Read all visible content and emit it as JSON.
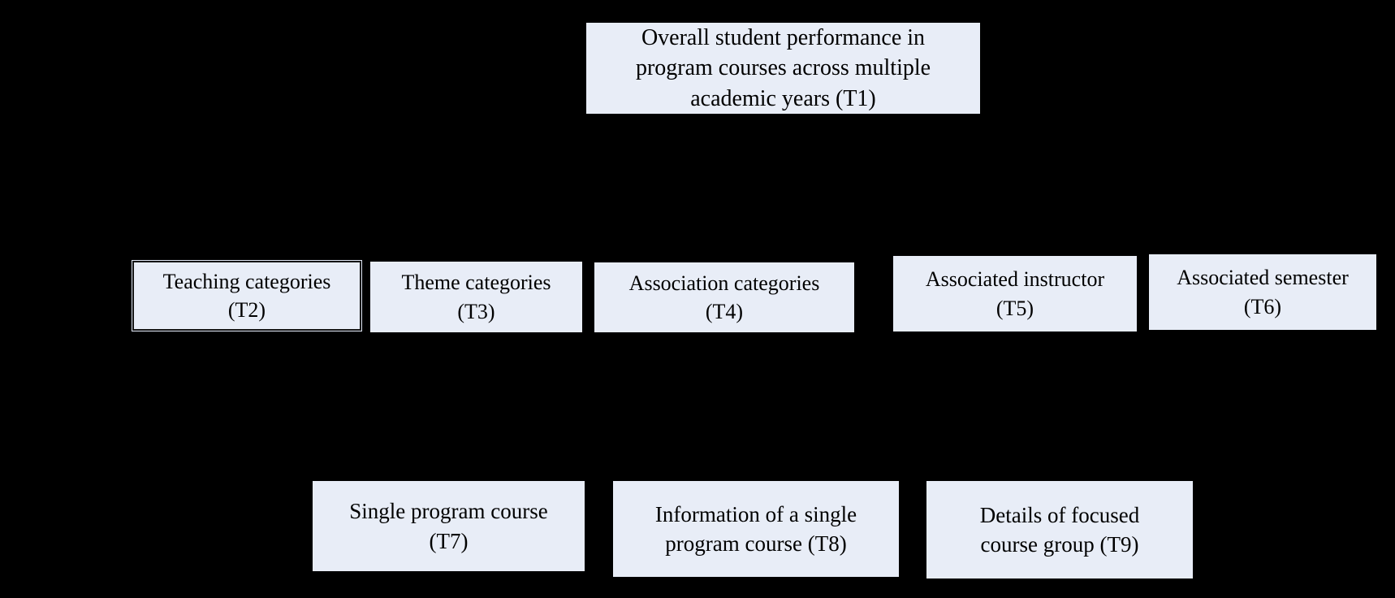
{
  "diagram": {
    "background_color": "#000000",
    "node_fill_color": "#e8edf7",
    "node_text_color": "#000000",
    "highlighted_node_id": "T2",
    "highlight_border_color": "#141414",
    "nodes": [
      {
        "id": "T1",
        "label": "Overall student performance in\nprogram courses across multiple\nacademic years (T1)"
      },
      {
        "id": "T2",
        "label": "Teaching categories\n(T2)"
      },
      {
        "id": "T3",
        "label": "Theme categories\n(T3)"
      },
      {
        "id": "T4",
        "label": "Association categories\n(T4)"
      },
      {
        "id": "T5",
        "label": "Associated instructor\n(T5)"
      },
      {
        "id": "T6",
        "label": "Associated semester\n(T6)"
      },
      {
        "id": "T7",
        "label": "Single program course\n(T7)"
      },
      {
        "id": "T8",
        "label": "Information of a single\nprogram course (T8)"
      },
      {
        "id": "T9",
        "label": "Details of focused\ncourse group (T9)"
      }
    ]
  }
}
